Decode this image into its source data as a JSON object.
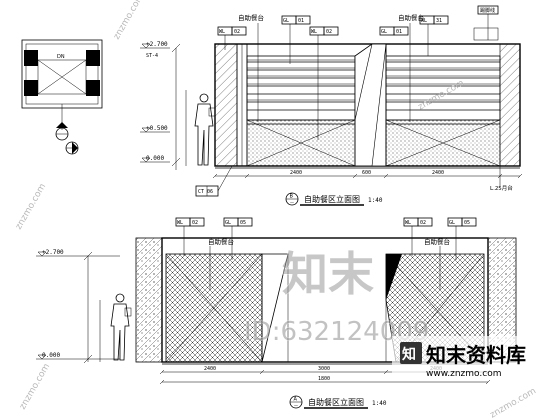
{
  "elevation_top": {
    "title": "自助餐区立面图",
    "scale": "1:40",
    "marker_letter": "B",
    "marker_sub": "—",
    "levels": [
      "+2.700",
      "+0.500",
      "0.000"
    ],
    "tags": [
      {
        "code": "WL",
        "num": "02"
      },
      {
        "code": "GL",
        "num": "01"
      },
      {
        "code": "WL",
        "num": "02"
      },
      {
        "code": "GL",
        "num": "01"
      },
      {
        "code": "WL",
        "num": "31"
      }
    ],
    "labels": [
      "自助餐台",
      "自助餐台",
      "踢脚线"
    ],
    "small_tag": "ST-4",
    "dims": [
      "2400",
      "2400",
      "600"
    ],
    "bottom_tag": "CT 06",
    "right_note": "L.25月台"
  },
  "elevation_bottom": {
    "title": "自助餐区立面图",
    "scale": "1:40",
    "marker_letter": "A",
    "marker_sub": "—",
    "levels": [
      "+2.700",
      "0.000"
    ],
    "tags": [
      {
        "code": "WL",
        "num": "02"
      },
      {
        "code": "GL",
        "num": "05"
      },
      {
        "code": "WL",
        "num": "02"
      },
      {
        "code": "GL",
        "num": "05"
      }
    ],
    "labels": [
      "自助餐台",
      "自助餐台"
    ],
    "dims": [
      "2400",
      "3000",
      "2400"
    ],
    "dim_small": "1800"
  },
  "key_plan": {
    "label": "DN"
  },
  "watermark": {
    "logo_text": "知末",
    "id_text": "ID:632124009",
    "brand": "知末资料库",
    "url": "www.znzmo.com",
    "side_text": "znzmo.com"
  }
}
